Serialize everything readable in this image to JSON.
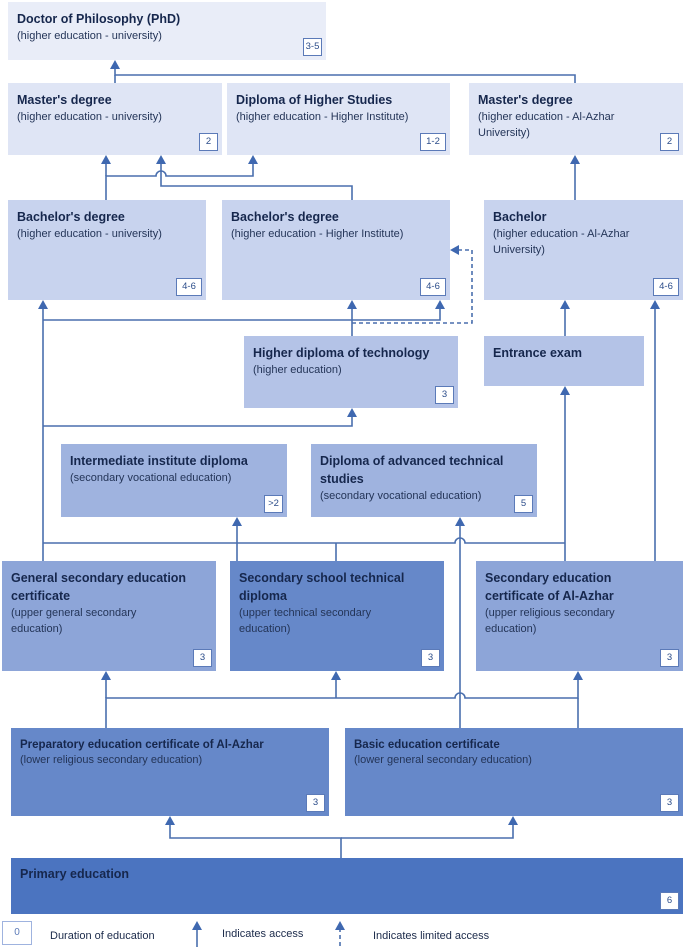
{
  "boxes": {
    "phd": {
      "title": "Doctor of Philosophy (PhD)",
      "sub": "(higher education - university)",
      "dur": "3-5"
    },
    "masters_uni": {
      "title": "Master's degree",
      "sub": "(higher education - university)",
      "dur": "2"
    },
    "diploma_higher_studies": {
      "title": "Diploma of Higher Studies",
      "sub": "(higher education - Higher Institute)",
      "dur": "1-2"
    },
    "masters_azhar": {
      "title": "Master's degree",
      "sub": "(higher education - Al-Azhar University)",
      "dur": "2"
    },
    "bachelor_uni": {
      "title": "Bachelor's degree",
      "sub": "(higher education - university)",
      "dur": "4-6"
    },
    "bachelor_institute": {
      "title": "Bachelor's degree",
      "sub": "(higher education - Higher Institute)",
      "dur": "4-6"
    },
    "bachelor_azhar": {
      "title": "Bachelor",
      "sub": "(higher education - Al-Azhar University)",
      "dur": "4-6"
    },
    "higher_diploma_tech": {
      "title": "Higher diploma of technology",
      "sub": "(higher education)",
      "dur": "3"
    },
    "entrance_exam": {
      "title": "Entrance exam"
    },
    "intermediate_institute": {
      "title": "Intermediate institute diploma",
      "sub": "(secondary vocational education)",
      "dur": ">2"
    },
    "advanced_technical": {
      "title": "Diploma of advanced technical studies",
      "sub": "(secondary vocational education)",
      "dur": "5"
    },
    "general_secondary": {
      "title": "General secondary education certificate",
      "sub": "(upper general secondary education)",
      "dur": "3"
    },
    "technical_secondary": {
      "title": "Secondary school technical diploma",
      "sub": "(upper technical secondary education)",
      "dur": "3"
    },
    "azhar_secondary": {
      "title": "Secondary education certificate of Al-Azhar",
      "sub": "(upper religious secondary education)",
      "dur": "3"
    },
    "azhar_preparatory": {
      "title": "Preparatory education certificate of Al-Azhar",
      "sub": "(lower religious secondary education)",
      "dur": "3"
    },
    "basic_education": {
      "title": "Basic education certificate",
      "sub": "(lower general secondary education)",
      "dur": "3"
    },
    "primary": {
      "title": "Primary education",
      "dur": "6"
    }
  },
  "legend": {
    "sample_value": "0",
    "duration_label": "Duration of education",
    "access_label": "Indicates access",
    "limited_access_label": "Indicates limited access"
  },
  "colors": {
    "line": "#4a6fae",
    "arrow": "#3f68b0"
  }
}
